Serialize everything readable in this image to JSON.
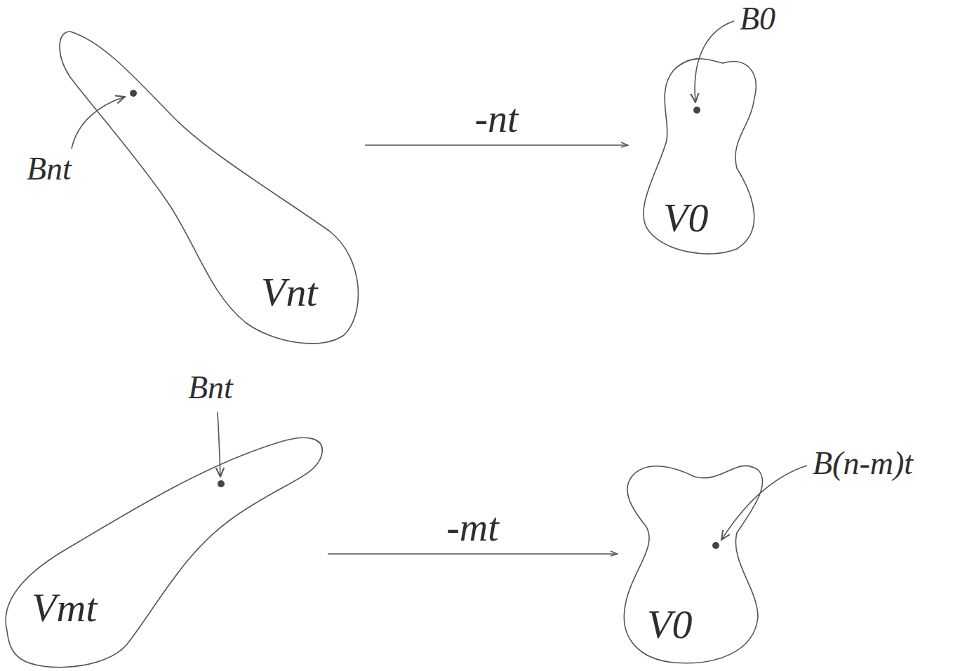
{
  "diagram": {
    "nodes": [
      {
        "text": [
          "Vnt"
        ]
      },
      {
        "text": [
          "V0"
        ]
      },
      {
        "text": [
          "Vmt"
        ]
      },
      {
        "text": [
          "V0"
        ]
      }
    ],
    "edges": [
      {
        "from": 0,
        "to": 1,
        "label": "-nt",
        "arrow": "to"
      },
      {
        "from": 2,
        "to": 3,
        "label": "-mt",
        "arrow": "to"
      }
    ],
    "labels": [
      "Bnt",
      "B0",
      "Bnt",
      "B(n-m)t"
    ]
  }
}
